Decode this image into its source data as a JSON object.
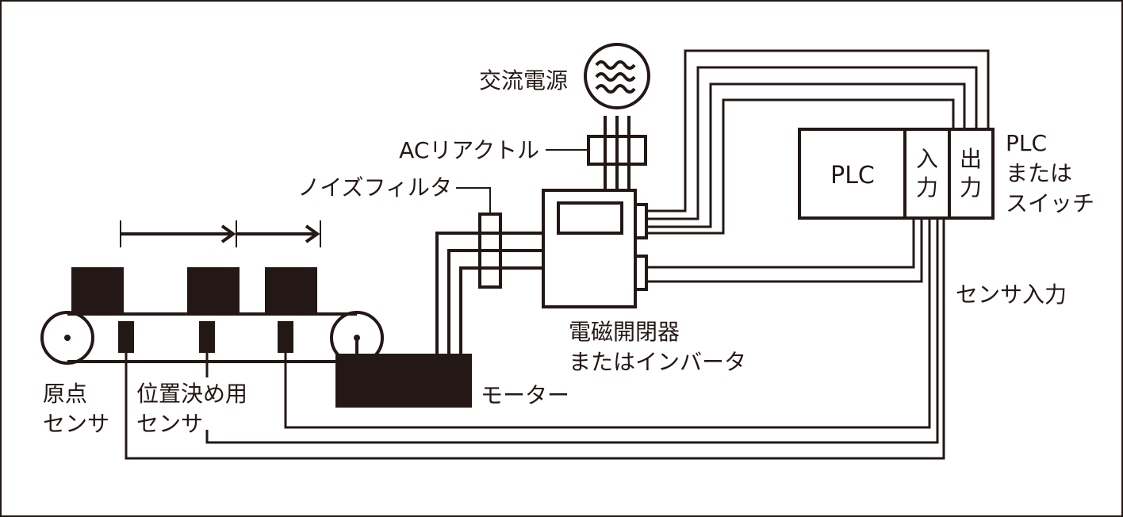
{
  "labels": {
    "ac_power": "交流電源",
    "ac_reactor": "ACリアクトル",
    "noise_filter": "ノイズフィルタ",
    "plc": "PLC",
    "input": [
      "入",
      "力"
    ],
    "output": [
      "出",
      "力"
    ],
    "plc_or_switch": [
      "PLC",
      "または",
      "スイッチ"
    ],
    "sensor_input": "センサ入力",
    "contactor_or_inverter": [
      "電磁開閉器",
      "またはインバータ"
    ],
    "motor": "モーター",
    "origin_sensor": [
      "原点",
      "センサ"
    ],
    "positioning_sensor": [
      "位置決め用",
      "センサ"
    ]
  },
  "colors": {
    "ink": "#231815",
    "background": "#ffffff"
  },
  "icons": {
    "ac_source": "sine-wave-icon",
    "pitch_arrow": "double-arrow-icon"
  }
}
